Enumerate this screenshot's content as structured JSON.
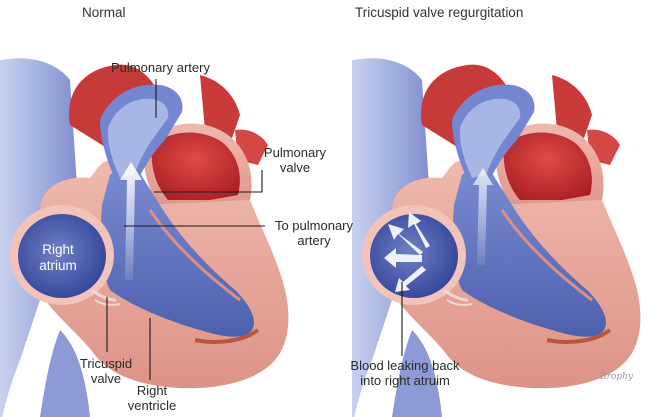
{
  "titles": {
    "left": "Normal",
    "right": "Tricuspid valve regurgitation"
  },
  "labels": {
    "pulmonary_artery": "Pulmonary artery",
    "pulmonary_valve_l1": "Pulmonary",
    "pulmonary_valve_l2": "valve",
    "to_pulmonary_artery_l1": "To pulmonary",
    "to_pulmonary_artery_l2": "artery",
    "right_atrium_l1": "Right",
    "right_atrium_l2": "atrium",
    "tricuspid_valve_l1": "Tricuspid",
    "tricuspid_valve_l2": "valve",
    "right_ventricle_l1": "Right",
    "right_ventricle_l2": "ventricle",
    "blood_leaking_l1": "Blood leaking back",
    "blood_leaking_l2": "into right atruim"
  },
  "signature": "Brophy",
  "colors": {
    "deoxygenated_blue": "#4b5fa8",
    "oxygenated_red": "#c8292c",
    "muscle_pink": "#e9a9a0",
    "vessel_red": "#d94a4a"
  }
}
